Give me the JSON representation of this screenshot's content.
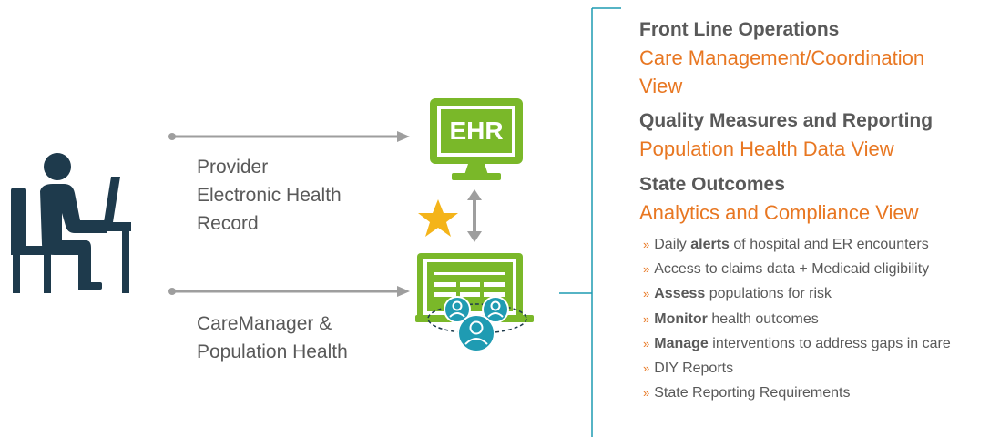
{
  "colors": {
    "green": "#7ab829",
    "teal": "#1f9bb2",
    "navy": "#1e3a4c",
    "orange": "#e87722",
    "gold": "#f4b41a",
    "gray_text": "#595959",
    "gray_line": "#9e9e9e"
  },
  "icons": {
    "user": "person-at-laptop-icon",
    "ehr": "ehr-monitor-icon",
    "caremanager": "population-dashboard-icon",
    "star": "star-icon",
    "bidirectional": "double-arrow-icon"
  },
  "ehr_label": "EHR",
  "provider_label": [
    "Provider",
    "Electronic Health",
    "Record"
  ],
  "caremanager_label": [
    "CareManager &",
    "Population Health"
  ],
  "views": [
    {
      "heading": "Front Line Operations",
      "subtitle": [
        "Care Management/Coordination",
        "View"
      ]
    },
    {
      "heading": "Quality Measures and Reporting",
      "subtitle": [
        "Population Health Data View"
      ]
    },
    {
      "heading": "State Outcomes",
      "subtitle": [
        "Analytics and Compliance View"
      ]
    }
  ],
  "bullet_marker": "»",
  "bullets": [
    {
      "pre": "Daily ",
      "bold": "alerts",
      "post": " of hospital and ER encounters"
    },
    {
      "pre": "Access to claims data + Medicaid eligibility",
      "bold": "",
      "post": ""
    },
    {
      "pre": "",
      "bold": "Assess",
      "post": " populations for risk"
    },
    {
      "pre": "",
      "bold": "Monitor",
      "post": " health outcomes"
    },
    {
      "pre": "",
      "bold": "Manage",
      "post": " interventions  to address gaps in care"
    },
    {
      "pre": "DIY Reports",
      "bold": "",
      "post": ""
    },
    {
      "pre": "State Reporting Requirements",
      "bold": "",
      "post": ""
    }
  ]
}
